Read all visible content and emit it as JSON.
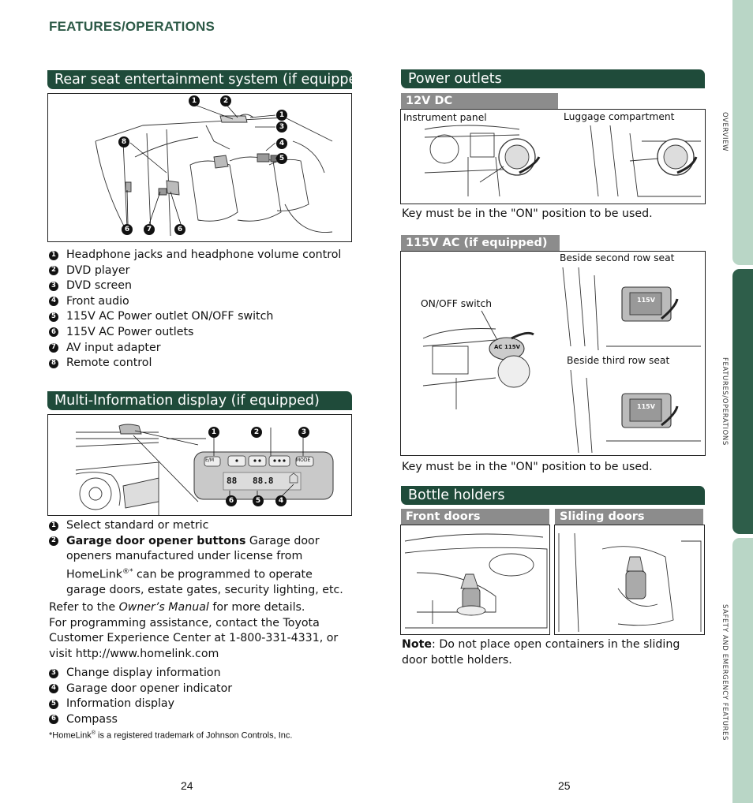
{
  "header": {
    "title": "FEATURES/OPERATIONS"
  },
  "left": {
    "rse": {
      "title": "Rear seat entertainment system (if equipped)",
      "items": [
        {
          "num": "1",
          "text": "Headphone jacks and headphone volume control"
        },
        {
          "num": "2",
          "text": "DVD player"
        },
        {
          "num": "3",
          "text": "DVD screen"
        },
        {
          "num": "4",
          "text": "Front audio"
        },
        {
          "num": "5",
          "text": "115V AC Power outlet ON/OFF switch"
        },
        {
          "num": "6",
          "text": "115V AC Power outlets"
        },
        {
          "num": "7",
          "text": "AV input adapter"
        },
        {
          "num": "8",
          "text": "Remote control"
        }
      ]
    },
    "mid": {
      "title": "Multi-Information display (if equipped)",
      "display_labels": {
        "em": "E/M",
        "mode": "MODE",
        "readout_a": "88",
        "readout_b": "88.8"
      },
      "item1": {
        "num": "1",
        "text": "Select standard or metric"
      },
      "item2": {
        "num": "2",
        "bold": "Garage door opener buttons",
        "line1_rest": " Garage door",
        "line2": "openers manufactured under license from",
        "line3_pre": "HomeLink",
        "line3_sup": "®*",
        "line3_post": " can be programmed to operate",
        "line4": "garage doors, estate gates, security lighting, etc."
      },
      "refer": {
        "pre": "Refer to the ",
        "italic": "Owner’s Manual",
        "post": " for more details.",
        "line2": "For programming assistance, contact the Toyota",
        "line3": "Customer Experience Center at 1-800-331-4331, or",
        "line4": "visit http://www.homelink.com"
      },
      "items_b": [
        {
          "num": "3",
          "text": "Change display information"
        },
        {
          "num": "4",
          "text": "Garage door opener indicator"
        },
        {
          "num": "5",
          "text": "Information display"
        },
        {
          "num": "6",
          "text": "Compass"
        }
      ],
      "footnote_pre": "*HomeLink",
      "footnote_sup": "®",
      "footnote_post": " is a registered trademark of Johnson Controls, Inc."
    },
    "page_number": "24"
  },
  "right": {
    "power": {
      "title": "Power outlets",
      "dc": {
        "subtitle": "12V DC",
        "label_a": "Instrument panel",
        "label_b": "Luggage compartment",
        "note": "Key must be in the \"ON\" position to be used."
      },
      "ac": {
        "subtitle": "115V AC (if equipped)",
        "label_switch": "ON/OFF switch",
        "switch_text": "AC 115V",
        "label_second": "Beside second row seat",
        "label_third": "Beside third row seat",
        "outlet_text": "115V",
        "note": "Key must be in the \"ON\" position to be used."
      }
    },
    "bottle": {
      "title": "Bottle holders",
      "front_label": "Front doors",
      "sliding_label": "Sliding doors",
      "note_bold": "Note",
      "note_line1": ": Do not place open containers in the sliding",
      "note_line2": "door bottle holders."
    },
    "page_number": "25"
  },
  "side_tabs": [
    {
      "label": "OVERVIEW",
      "color": "#b9d6c6"
    },
    {
      "label": "FEATURES/OPERATIONS",
      "color": "#2e5e4a"
    },
    {
      "label": "SAFETY AND EMERGENCY FEATURES",
      "color": "#b9d6c6"
    }
  ]
}
